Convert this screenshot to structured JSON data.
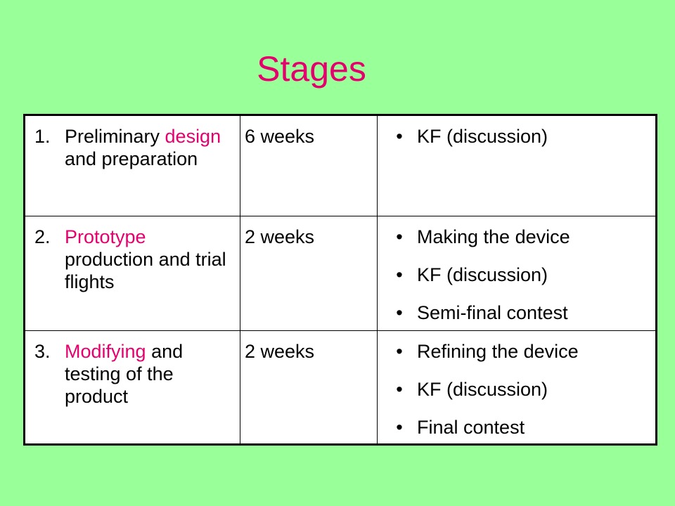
{
  "title": "Stages",
  "rows": [
    {
      "number": "1.",
      "stage_highlight_before": "",
      "stage_prefix": "Preliminary ",
      "stage_highlight": "design",
      "stage_suffix": " and preparation",
      "duration": "6 weeks",
      "activities": [
        "KF (discussion)"
      ]
    },
    {
      "number": "2.",
      "stage_prefix": "",
      "stage_highlight": "Prototype",
      "stage_suffix": " production and trial flights",
      "duration": "2 weeks",
      "activities": [
        "Making the device",
        "KF (discussion)",
        "Semi-final contest"
      ]
    },
    {
      "number": "3.",
      "stage_prefix": "",
      "stage_highlight": "Modifying",
      "stage_suffix": " and testing of the product",
      "duration": "2 weeks",
      "activities": [
        "Refining the device",
        "KF (discussion)",
        "Final contest"
      ]
    }
  ],
  "bullet_glyph": "•",
  "colors": {
    "background": "#99ff99",
    "accent": "#e6006e",
    "table_bg": "#ffffff",
    "text": "#000000"
  }
}
